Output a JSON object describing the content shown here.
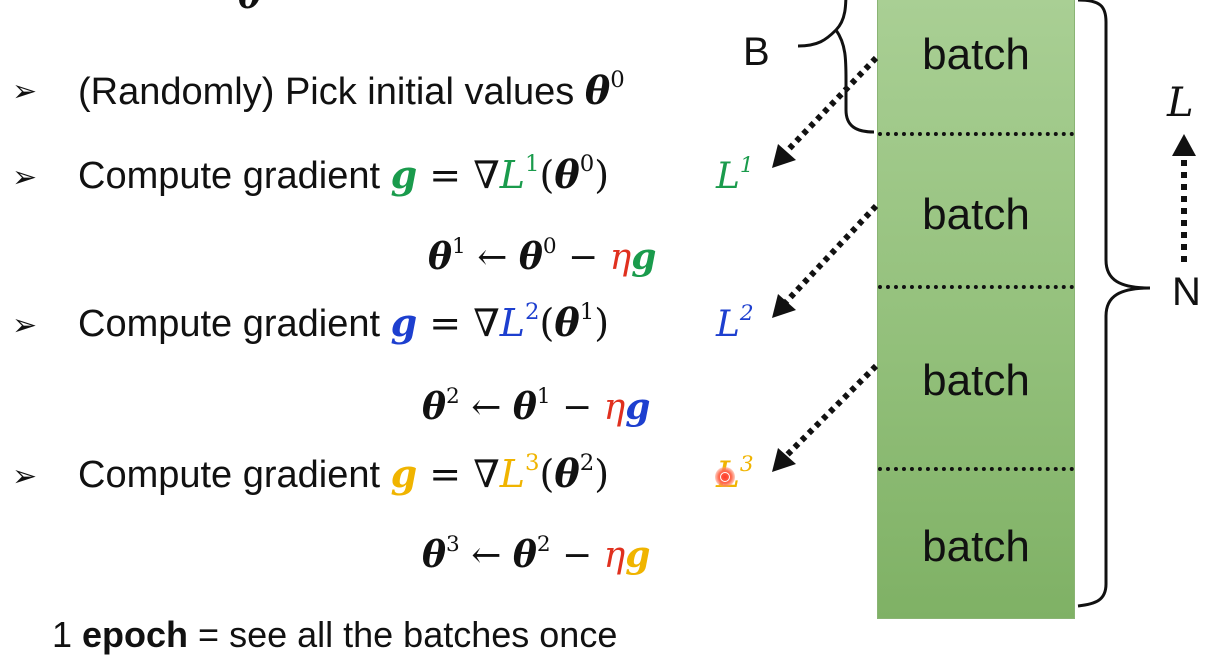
{
  "top_fragment": "θ",
  "steps": [
    {
      "text": "(Randomly) Pick initial values ",
      "theta": "θ",
      "sup": "0"
    },
    {
      "prefix": "Compute gradient ",
      "g": "g",
      "eq": " = ∇",
      "L": "L",
      "lsup": "1",
      "paren": "(",
      "theta": "θ",
      "tsup": "0",
      "close": ")",
      "side": "L",
      "side_sup": "1",
      "color": "#1a9b4c"
    },
    {
      "prefix": "Compute gradient ",
      "g": "g",
      "eq": " = ∇",
      "L": "L",
      "lsup": "2",
      "paren": "(",
      "theta": "θ",
      "tsup": "1",
      "close": ")",
      "side": "L",
      "side_sup": "2",
      "color": "#1d3fcf"
    },
    {
      "prefix": "Compute gradient ",
      "g": "g",
      "eq": " = ∇",
      "L": "L",
      "lsup": "3",
      "paren": "(",
      "theta": "θ",
      "tsup": "2",
      "close": ")",
      "side": "L",
      "side_sup": "3",
      "color": "#f0b400"
    }
  ],
  "updates": [
    {
      "lhs": "θ",
      "lhs_sup": "1",
      "arrow": " ← ",
      "rhs": "θ",
      "rhs_sup": "0",
      "minus": " − ",
      "eta": "η",
      "g": "g"
    },
    {
      "lhs": "θ",
      "lhs_sup": "2",
      "arrow": " ← ",
      "rhs": "θ",
      "rhs_sup": "1",
      "minus": " − ",
      "eta": "η",
      "g": "g"
    },
    {
      "lhs": "θ",
      "lhs_sup": "3",
      "arrow": " ← ",
      "rhs": "θ",
      "rhs_sup": "2",
      "minus": " − ",
      "eta": "η",
      "g": "g"
    }
  ],
  "epoch": {
    "prefix": "1 ",
    "bold": "epoch",
    "suffix": " = see all the batches once"
  },
  "column": {
    "batches": [
      "batch",
      "batch",
      "batch",
      "batch"
    ],
    "b_label": "B",
    "n_label": "N",
    "l_label": "L"
  },
  "colors": {
    "green": "#1a9b4c",
    "blue": "#1d3fcf",
    "yellow": "#f0b400",
    "red": "#e0301e",
    "batch_fill": "#93c07b"
  }
}
